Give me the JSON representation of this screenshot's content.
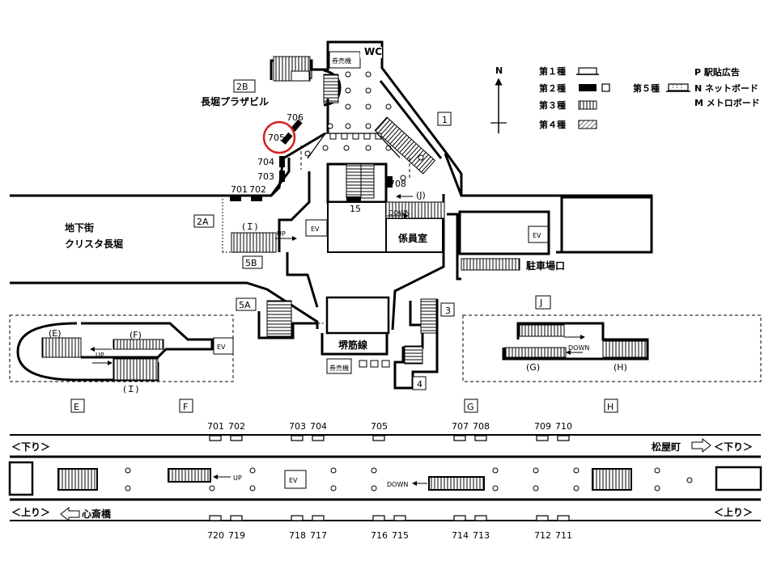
{
  "legend": {
    "north": "N",
    "type1": "第１種",
    "type2": "第２種",
    "type3": "第３種",
    "type4": "第４種",
    "type5": "第５種",
    "p": "P 駅貼広告",
    "n": "N ネットボード",
    "m": "M メトロボード"
  },
  "concourse": {
    "wc": "WC",
    "ticket1": "券売機",
    "ticket2": "券売機",
    "building": "長堀プラザビル",
    "underground_mall_1": "地下街",
    "underground_mall_2": "クリスタ長堀",
    "staff_room": "係員室",
    "parking_exit": "駐車場口",
    "line_name": "堺筋線",
    "exit_labels": [
      "2B",
      "1",
      "2A",
      "5B",
      "5A",
      "3",
      "4",
      "J"
    ],
    "stair_labels": [
      "(Ｉ)",
      "(J)",
      "(E)",
      "(F)",
      "(Ｉ)",
      "(G)",
      "(H)"
    ],
    "ev": "EV",
    "up": "UP",
    "down": "DOWN",
    "num15": "15",
    "ads": [
      "701",
      "702",
      "703",
      "704",
      "705",
      "706",
      "708"
    ],
    "highlight": "705"
  },
  "platform": {
    "gates": [
      "E",
      "F",
      "G",
      "H"
    ],
    "top_ads": [
      "701",
      "702",
      "703",
      "704",
      "705",
      "707",
      "708",
      "709",
      "710"
    ],
    "bottom_ads": [
      "720",
      "719",
      "718",
      "717",
      "716",
      "715",
      "714",
      "713",
      "712",
      "711"
    ],
    "down_left": "＜下り＞",
    "down_right_station": "松屋町",
    "down_right": "＜下り＞",
    "up_left": "＜上り＞",
    "up_left_station": "心斎橋",
    "up_right": "＜上り＞",
    "ev": "EV",
    "up": "UP",
    "down": "DOWN"
  }
}
